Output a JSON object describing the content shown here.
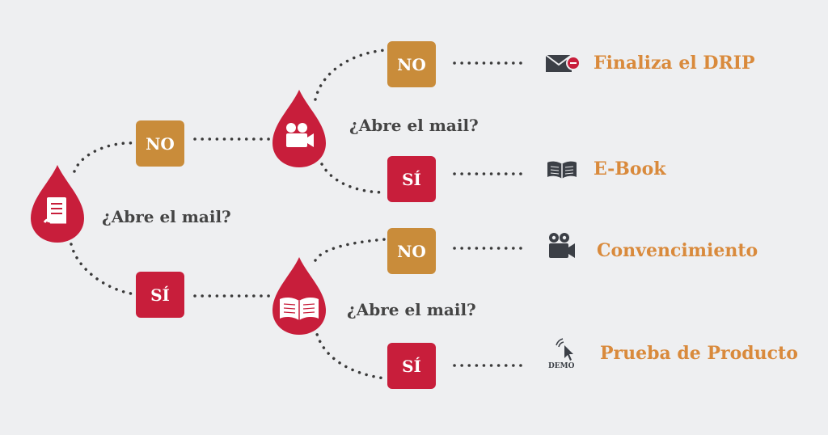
{
  "colors": {
    "no_box": "#c98c3a",
    "si_box": "#c81e3b",
    "drop": "#c81e3b",
    "outcome_text": "#d98a3c",
    "question_text": "#444444",
    "dots": "#3a3a3a"
  },
  "labels": {
    "no": "NO",
    "si": "SÍ"
  },
  "questions": {
    "root": "¿Abre el mail?",
    "branch_no": "¿Abre el mail?",
    "branch_si": "¿Abre el mail?"
  },
  "drops": {
    "root_icon": "document-icon",
    "no_icon": "video-camera-icon",
    "si_icon": "open-book-icon"
  },
  "outcomes": [
    {
      "label": "Finaliza el DRIP",
      "icon": "mail-remove-icon"
    },
    {
      "label": "E-Book",
      "icon": "book-icon"
    },
    {
      "label": "Convencimiento",
      "icon": "video-camera-icon"
    },
    {
      "label": "Prueba de Producto",
      "icon": "demo-cursor-icon"
    }
  ],
  "demo_icon_text": "DEMO"
}
